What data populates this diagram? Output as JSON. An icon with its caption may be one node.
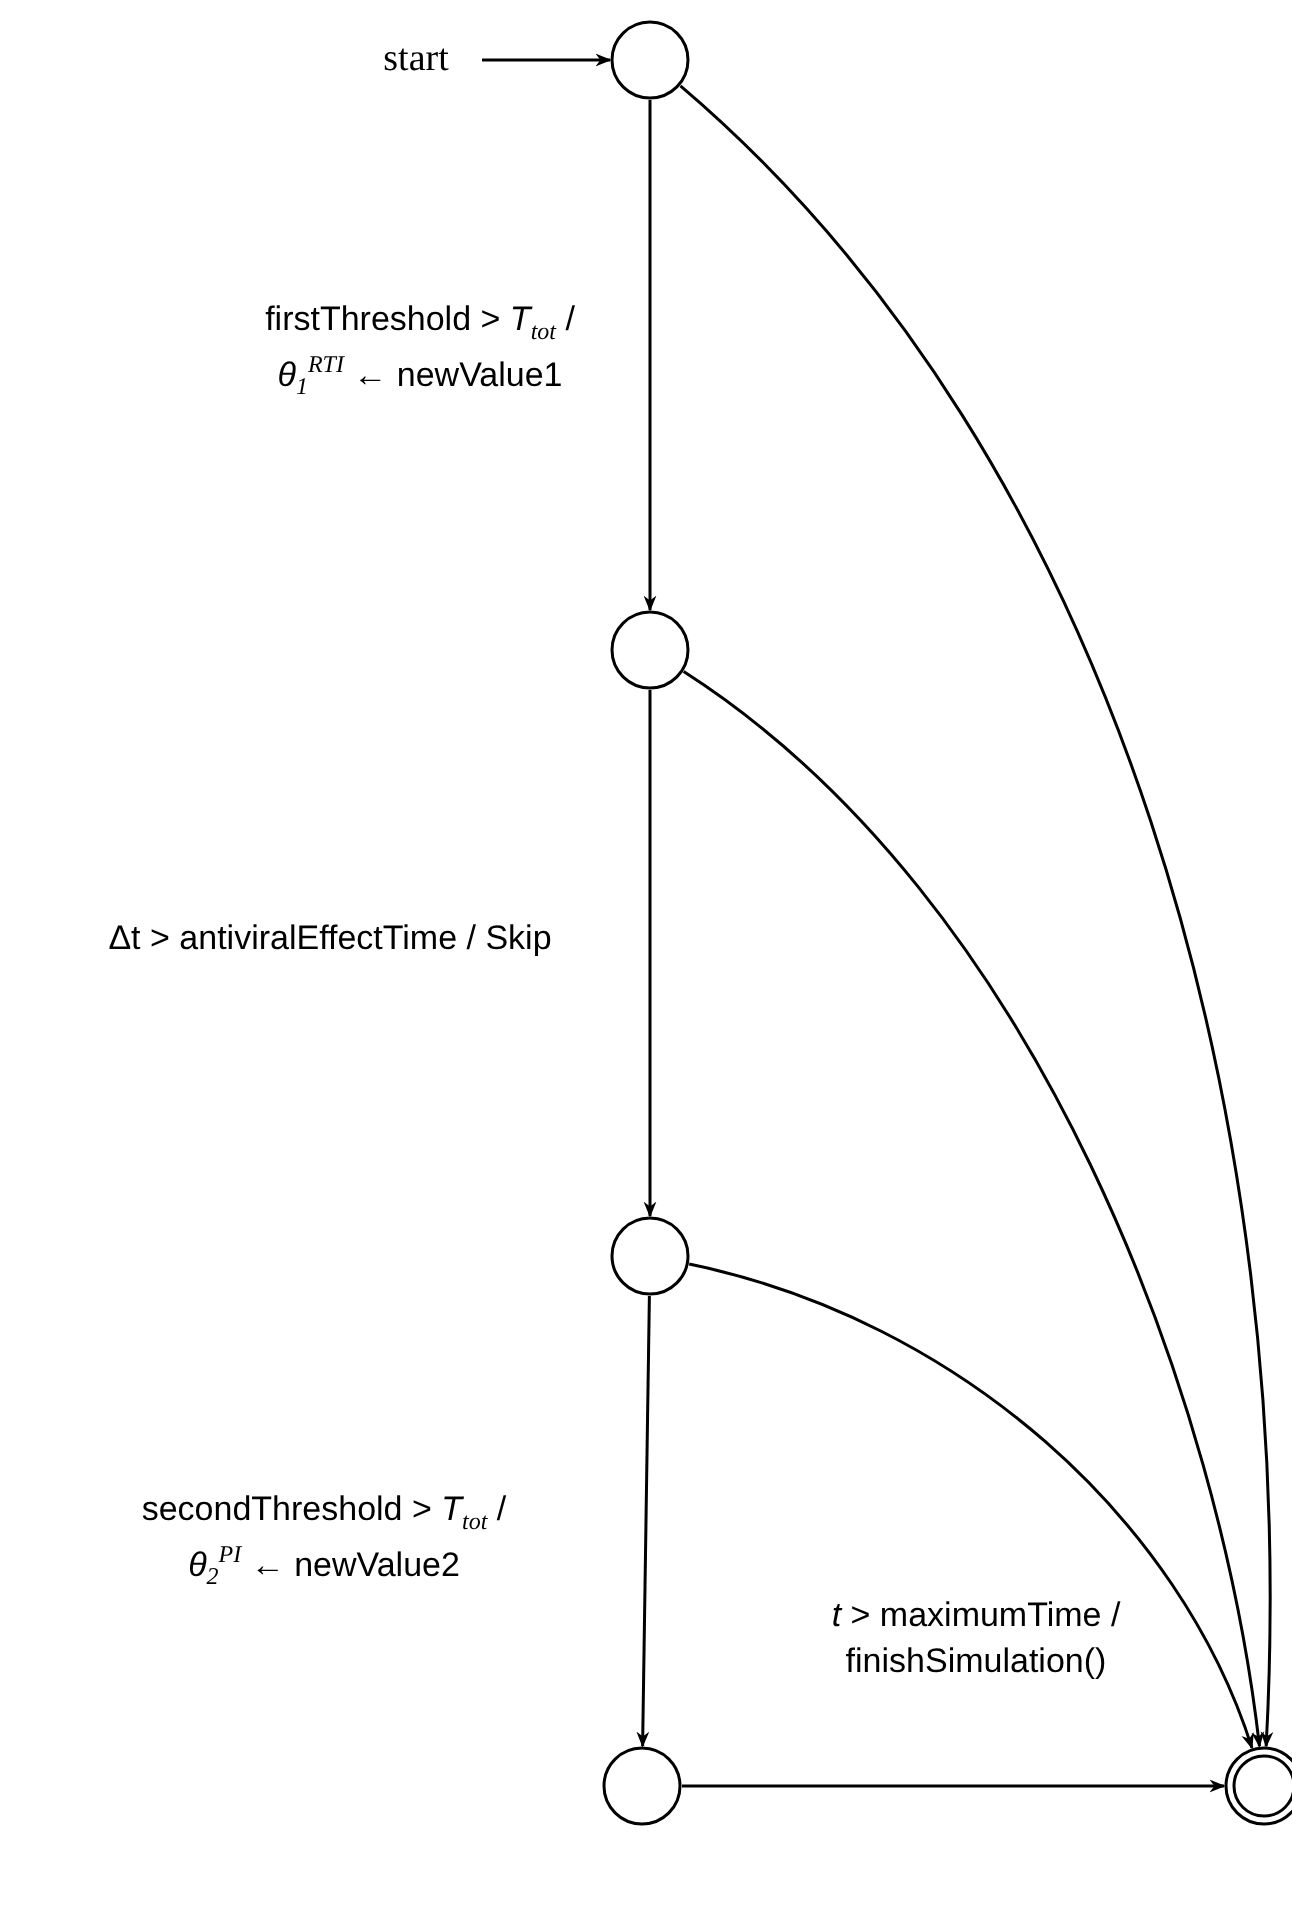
{
  "diagram": {
    "nodes": [
      {
        "text": [
          "start"
        ]
      },
      {
        "text": [],
        "shape": "circle"
      },
      {
        "text": [],
        "shape": "circle"
      },
      {
        "text": [],
        "shape": "circle"
      },
      {
        "text": [],
        "shape": "circle"
      },
      {
        "text": [],
        "shape": "circle"
      }
    ],
    "edges": [
      {
        "from": 0,
        "to": 1,
        "arrow": "to"
      },
      {
        "from": 1,
        "to": 2,
        "arrow": "to",
        "label": "firstThreshold > *T*$_{tot}$ / *θ*$_{1}$$^{RTI}$ ← newValue1"
      },
      {
        "from": 2,
        "to": 3,
        "arrow": "to",
        "label": "Δt > antiviralEffectTime / Skip"
      },
      {
        "from": 3,
        "to": 4,
        "arrow": "to",
        "label": "secondThreshold > *T*$_{tot}$ / *θ*$_{2}$$^{PI}$ ← newValue2"
      },
      {
        "from": 4,
        "to": 5,
        "arrow": "to",
        "label": "*t* > maximumTime / finishSimulation()"
      },
      {
        "from": 1,
        "to": 5,
        "arrow": "to"
      },
      {
        "from": 2,
        "to": 5,
        "arrow": "to"
      },
      {
        "from": 3,
        "to": 5,
        "arrow": "to"
      }
    ]
  }
}
